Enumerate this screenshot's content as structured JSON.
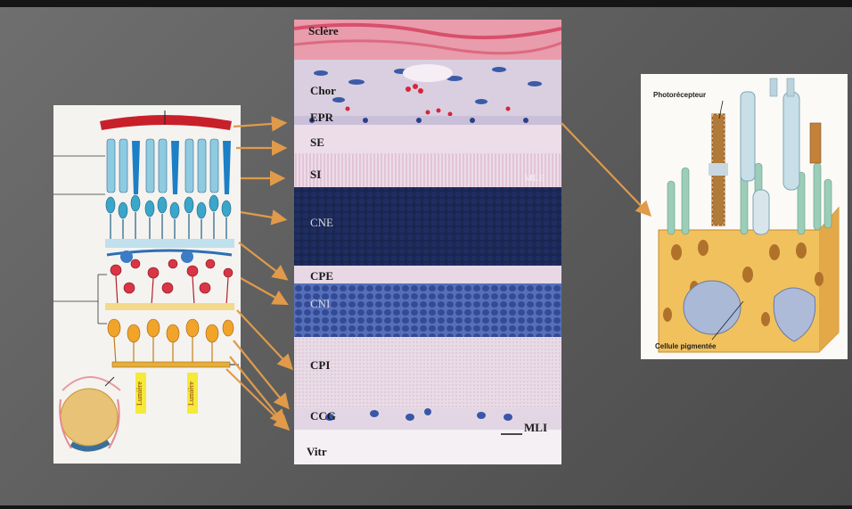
{
  "histology": {
    "labels": [
      {
        "id": "sclere",
        "text": "Sclère"
      },
      {
        "id": "chor",
        "text": "Chor"
      },
      {
        "id": "epr",
        "text": "EPR"
      },
      {
        "id": "se",
        "text": "SE"
      },
      {
        "id": "si",
        "text": "SI"
      },
      {
        "id": "mle",
        "text": "MLE"
      },
      {
        "id": "cne",
        "text": "CNE"
      },
      {
        "id": "cpe",
        "text": "CPE"
      },
      {
        "id": "cni",
        "text": "CNI"
      },
      {
        "id": "cpi",
        "text": "CPI"
      },
      {
        "id": "ccg",
        "text": "CCG"
      },
      {
        "id": "mli",
        "text": "MLI"
      },
      {
        "id": "vitr",
        "text": "Vitr"
      }
    ]
  },
  "schematic": {
    "lumiere_left": "Lumière",
    "lumiere_right": "Lumière"
  },
  "illustration": {
    "photorecepteur": "Photorécepteur",
    "cellule": "Cellule pigmentée"
  },
  "colors": {
    "arrow": "#e09a4a",
    "background": "#626262"
  }
}
